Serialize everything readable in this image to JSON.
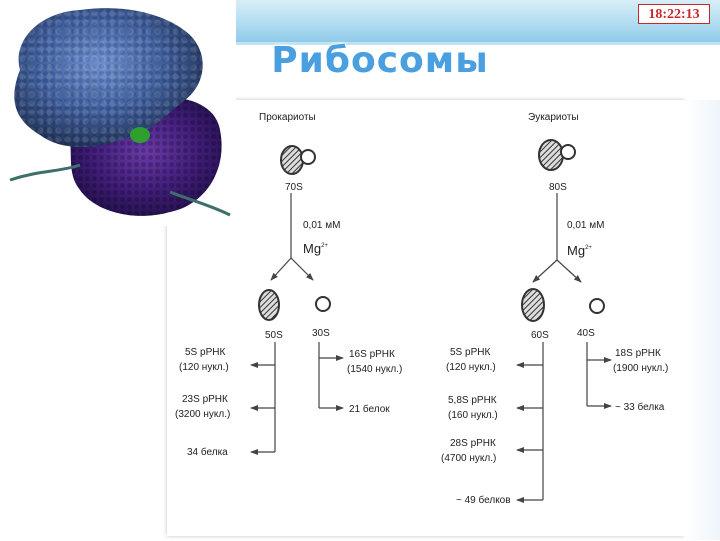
{
  "header": {
    "clock": "18:22:13",
    "title": "Рибосомы"
  },
  "diagram": {
    "prokaryotes": {
      "heading": "Прокариоты",
      "whole": "70S",
      "condition_line1": "0,01 мМ",
      "condition_ion": "Mg",
      "condition_charge": "2+",
      "large": "50S",
      "small": "30S",
      "large_parts": [
        {
          "line1": "5S  рРНК",
          "line2": "(120 нукл.)"
        },
        {
          "line1": "23S  рРНК",
          "line2": "(3200 нукл.)"
        },
        {
          "line1": "34 белка",
          "line2": ""
        }
      ],
      "small_parts": [
        {
          "line1": "16S  рРНК",
          "line2": "(1540 нукл.)"
        },
        {
          "line1": "21 белок",
          "line2": ""
        }
      ]
    },
    "eukaryotes": {
      "heading": "Эукариоты",
      "whole": "80S",
      "condition_line1": "0,01 мМ",
      "condition_ion": "Mg",
      "condition_charge": "2+",
      "large": "60S",
      "small": "40S",
      "large_parts": [
        {
          "line1": "5S  рРНК",
          "line2": "(120 нукл.)"
        },
        {
          "line1": "5,8S  рРНК",
          "line2": "(160 нукл.)"
        },
        {
          "line1": "28S  рРНК",
          "line2": "(4700 нукл.)"
        },
        {
          "line1": "~ 49 белков",
          "line2": ""
        }
      ],
      "small_parts": [
        {
          "line1": "18S  рРНК",
          "line2": "(1900 нукл.)"
        },
        {
          "line1": "~ 33 белка",
          "line2": ""
        }
      ]
    }
  }
}
